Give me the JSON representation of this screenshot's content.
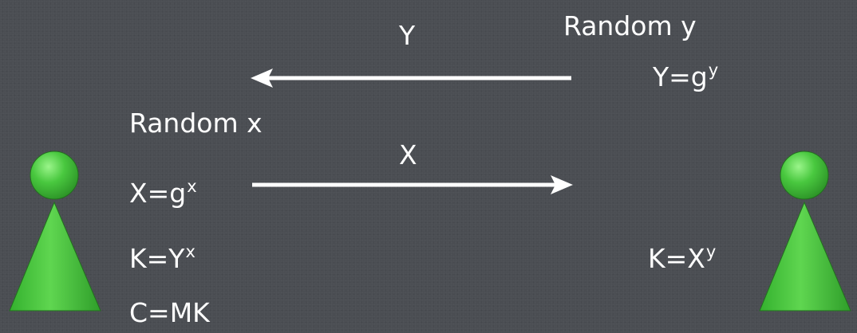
{
  "colors": {
    "background": "#4a4d52",
    "text": "#ffffff",
    "arrow": "#ffffff",
    "person_fill": "#3fbf3a",
    "person_highlight": "#8ff07a",
    "person_outline": "#1f6b1c"
  },
  "icons": {
    "left_person": "person-pawn-icon",
    "right_person": "person-pawn-icon"
  },
  "bob": {
    "random_label": "Random y",
    "public_base": "Y=g",
    "public_exp": "y",
    "key_base": "K=X",
    "key_exp": "y"
  },
  "alice": {
    "random_label": "Random x",
    "public_base": "X=g",
    "public_exp": "x",
    "key_base": "K=Y",
    "key_exp": "x",
    "cipher": "C=MK"
  },
  "messages": {
    "to_alice_label": "Y",
    "to_bob_label": "X"
  }
}
